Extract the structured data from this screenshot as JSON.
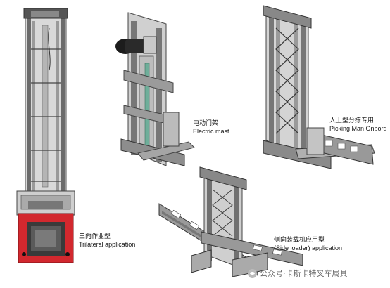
{
  "captions": {
    "trilateral": {
      "zh": "三向作业型",
      "en": "Trilateral application"
    },
    "electric": {
      "zh": "电动门架",
      "en": "Electric mast"
    },
    "picking": {
      "zh": "人上型分拣专用",
      "en": "Picking Man Onbord"
    },
    "side_loader": {
      "zh": "侧向装载机应用型",
      "en": "(Side loader) application"
    }
  },
  "watermark": {
    "text": "公众号·卡斯卡特叉车属具",
    "icon": "wechat-icon"
  },
  "colors": {
    "accent_red": "#d2282e",
    "frame": "#8a8a8a",
    "frame_dark": "#4a4a4a"
  }
}
